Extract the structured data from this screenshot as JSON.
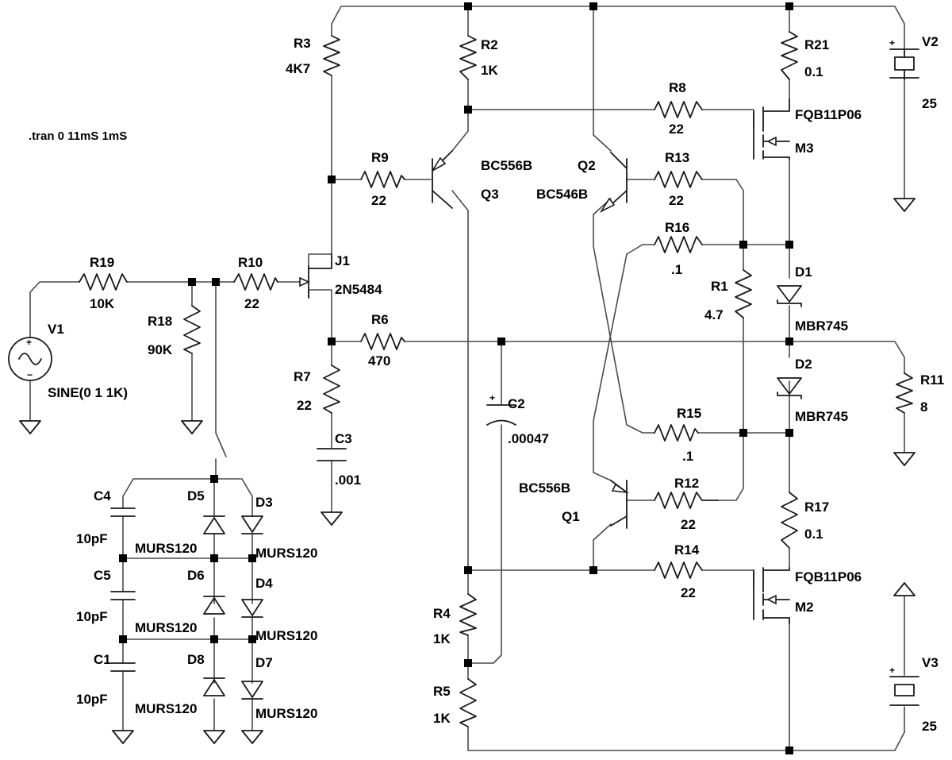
{
  "directive": ".tran 0 11mS 1mS",
  "components": {
    "V1": {
      "name": "V1",
      "value": "SINE(0 1 1K)"
    },
    "V2": {
      "name": "V2",
      "value": "25"
    },
    "V3": {
      "name": "V3",
      "value": "25"
    },
    "R1": {
      "name": "R1",
      "value": "4.7"
    },
    "R2": {
      "name": "R2",
      "value": "1K"
    },
    "R3": {
      "name": "R3",
      "value": "4K7"
    },
    "R4": {
      "name": "R4",
      "value": "1K"
    },
    "R5": {
      "name": "R5",
      "value": "1K"
    },
    "R6": {
      "name": "R6",
      "value": "470"
    },
    "R7": {
      "name": "R7",
      "value": "22"
    },
    "R8": {
      "name": "R8",
      "value": "22"
    },
    "R9": {
      "name": "R9",
      "value": "22"
    },
    "R10": {
      "name": "R10",
      "value": "22"
    },
    "R11": {
      "name": "R11",
      "value": "8"
    },
    "R12": {
      "name": "R12",
      "value": "22"
    },
    "R13": {
      "name": "R13",
      "value": "22"
    },
    "R14": {
      "name": "R14",
      "value": "22"
    },
    "R15": {
      "name": "R15",
      "value": ".1"
    },
    "R16": {
      "name": "R16",
      "value": ".1"
    },
    "R17": {
      "name": "R17",
      "value": "0.1"
    },
    "R18": {
      "name": "R18",
      "value": "90K"
    },
    "R19": {
      "name": "R19",
      "value": "10K"
    },
    "R21": {
      "name": "R21",
      "value": "0.1"
    },
    "C1": {
      "name": "C1",
      "value": "10pF"
    },
    "C2": {
      "name": "C2",
      "value": ".00047"
    },
    "C3": {
      "name": "C3",
      "value": ".001"
    },
    "C4": {
      "name": "C4",
      "value": "10pF"
    },
    "C5": {
      "name": "C5",
      "value": "10pF"
    },
    "D1": {
      "name": "D1",
      "value": "MBR745"
    },
    "D2": {
      "name": "D2",
      "value": "MBR745"
    },
    "D3": {
      "name": "D3",
      "value": "MURS120"
    },
    "D4": {
      "name": "D4",
      "value": "MURS120"
    },
    "D5": {
      "name": "D5",
      "value": "MURS120"
    },
    "D6": {
      "name": "D6",
      "value": "MURS120"
    },
    "D7": {
      "name": "D7",
      "value": "MURS120"
    },
    "D8": {
      "name": "D8",
      "value": "MURS120"
    },
    "Q1": {
      "name": "Q1",
      "value": "BC556B"
    },
    "Q2": {
      "name": "Q2",
      "value": "BC546B"
    },
    "Q3": {
      "name": "Q3",
      "value": "BC556B"
    },
    "J1": {
      "name": "J1",
      "value": "2N5484"
    },
    "M2": {
      "name": "M2",
      "value": "FQB11P06"
    },
    "M3": {
      "name": "M3",
      "value": "FQB11P06"
    }
  }
}
